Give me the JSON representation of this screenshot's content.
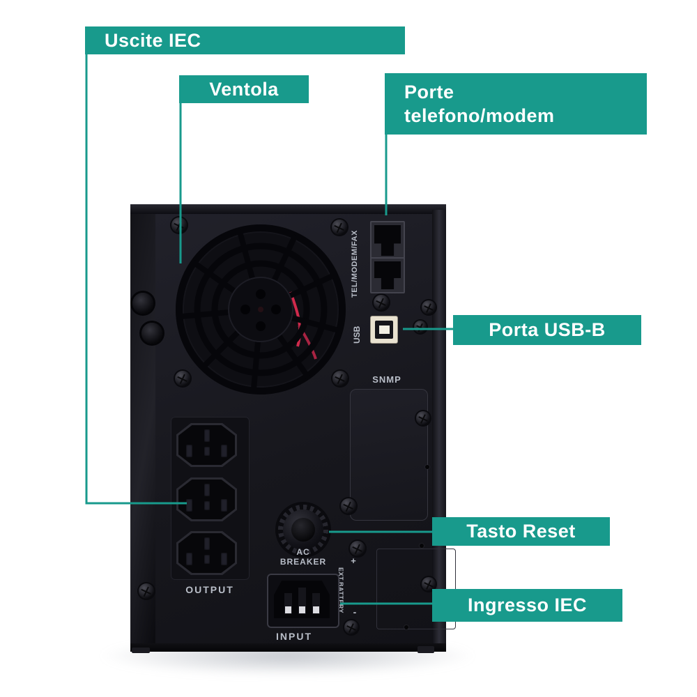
{
  "colors": {
    "accent_teal": "#189a8c",
    "label_text": "#ffffff",
    "panel_text": "#b9bec8",
    "device_black": "#17171d",
    "wire_red": "#d02a4c",
    "usb_cream": "#e9e2d0"
  },
  "callouts": {
    "uscite_iec": "Uscite IEC",
    "ventola": "Ventola",
    "porte_telefono_line1": "Porte",
    "porte_telefono_line2": "telefono/modem",
    "porta_usb": "Porta USB-B",
    "tasto_reset": "Tasto Reset",
    "ingresso_iec": "Ingresso IEC"
  },
  "panel": {
    "tel_modem_fax": "TEL/MODEM/FAX",
    "usb": "USB",
    "snmp": "SNMP",
    "output": "OUTPUT",
    "ac_breaker_line1": "AC",
    "ac_breaker_line2": "BREAKER",
    "input": "INPUT",
    "ext_battery_plus": "+",
    "ext_battery": "EXT.BATTERY",
    "ext_battery_minus": "-"
  }
}
